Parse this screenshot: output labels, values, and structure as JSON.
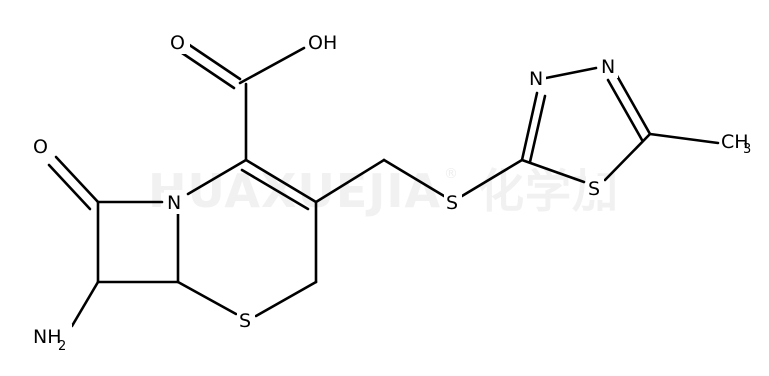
{
  "watermark": {
    "text": "HUAXUEJIA",
    "registered": "®",
    "cjk": "化学加"
  },
  "atoms": {
    "o_acid_carbonyl": "O",
    "oh": "OH",
    "o_lactam": "O",
    "n_ring": "N",
    "s_ring": "S",
    "s_linker": "S",
    "n_thiadiazole_a": "N",
    "n_thiadiazole_b": "N",
    "s_thiadiazole": "S",
    "nh2_main": "NH",
    "nh2_sub": "2",
    "ch3_main": "CH",
    "ch3_sub": "3"
  },
  "colors": {
    "bond": "#000000",
    "text": "#000000",
    "watermark": "#f1f1f1",
    "background": "#ffffff"
  }
}
